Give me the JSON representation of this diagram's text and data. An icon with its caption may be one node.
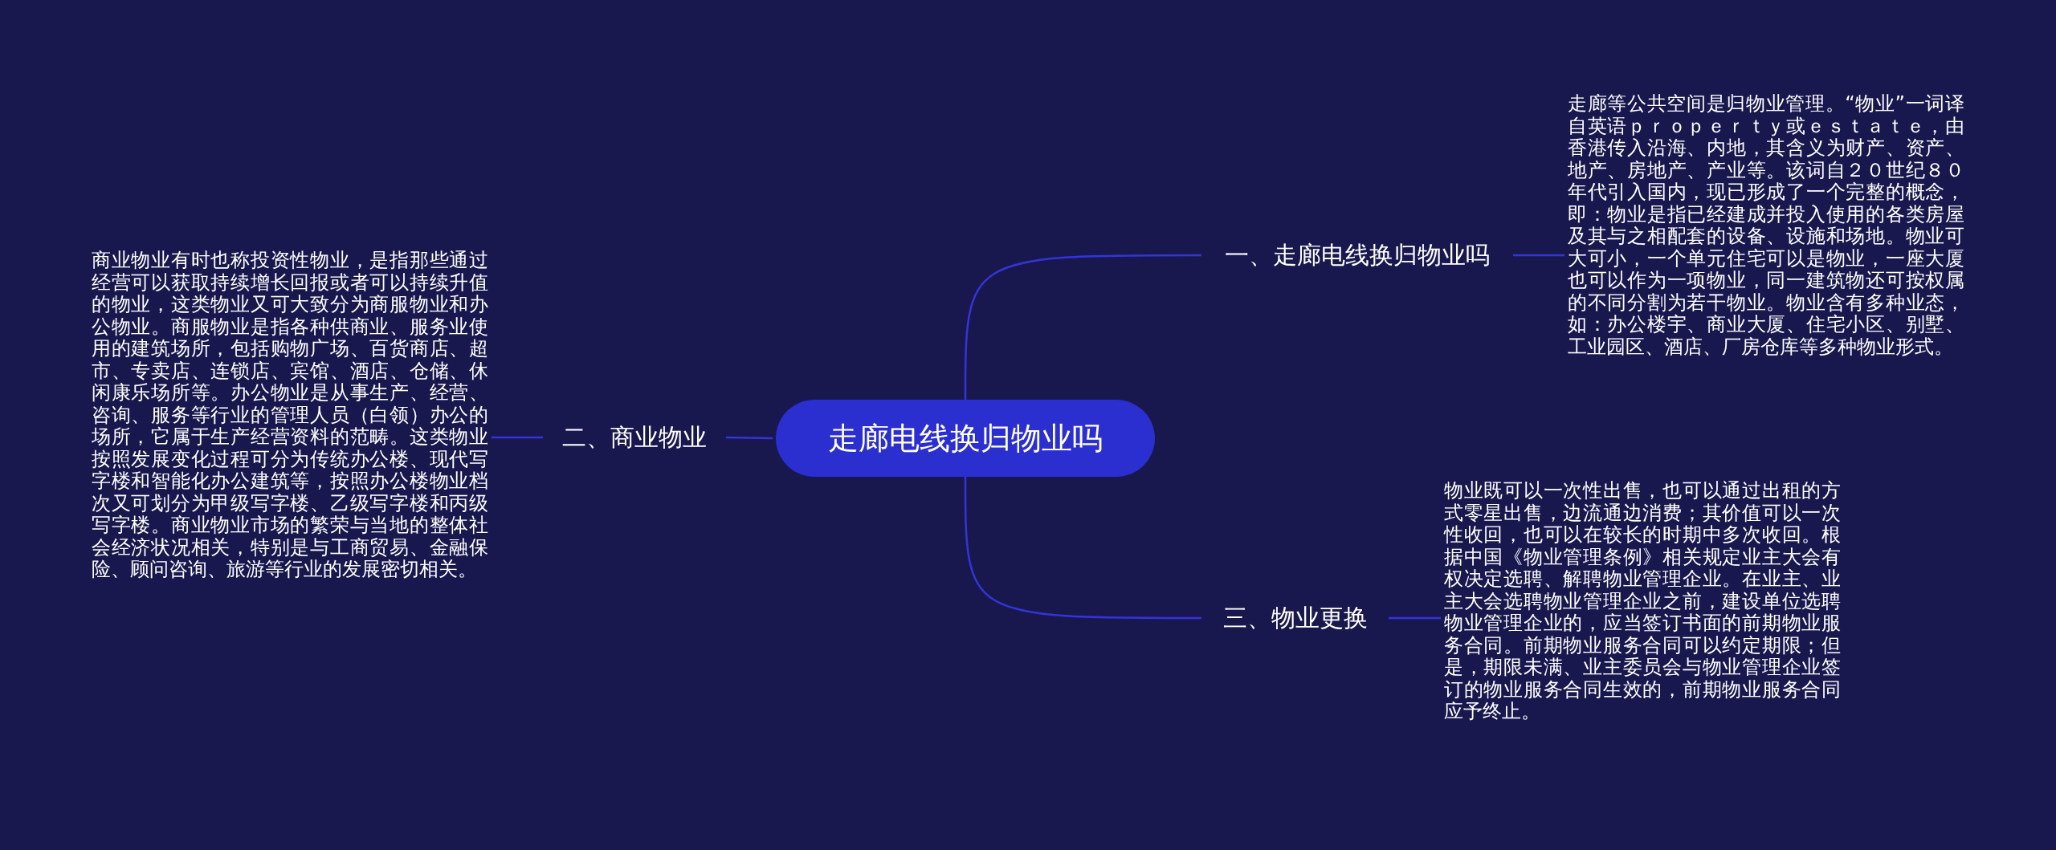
{
  "diagram": {
    "nodes": [
      {
        "text": [
          "走廊电线换归物业吗"
        ]
      },
      {
        "text": [
          "一、走廊电线换归物业吗"
        ]
      },
      {
        "text": [
          "走廊等公共空间是归物业管理。“物业”一词译自英语ｐｒｏｐｅｒｔｙ或ｅｓｔａｔｅ，由香港传入沿海、内地，其含义为财产、资产、地产、房地产、产业等。该词自２０世纪８０年代引入国内，现已形成了一个完整的概念，即：物业是指已经建成并投入使用的各类房屋及其与之相配套的设备、设施和场地。物业可大可小，一个单元住宅可以是物业，一座大厦也可以作为一项物业，同一建筑物还可按权属的不同分割为若干物业。物业含有多种业态，如：办公楼宇、商业大厦、住宅小区、别墅、工业园区、酒店、厂房仓库等多种物业形式。"
        ]
      },
      {
        "text": [
          "二、商业物业"
        ]
      },
      {
        "text": [
          "商业物业有时也称投资性物业，是指那些通过经营可以获取持续增长回报或者可以持续升值的物业，这类物业又可大致分为商服物业和办公物业。商服物业是指各种供商业、服务业使用的建筑场所，包括购物广场、百货商店、超市、专卖店、连锁店、宾馆、酒店、仓储、休闲康乐场所等。办公物业是从事生产、经营、咨询、服务等行业的管理人员（白领）办公的场所，它属于生产经营资料的范畴。这类物业按照发展变化过程可分为传统办公楼、现代写字楼和智能化办公建筑等，按照办公楼物业档次又可划分为甲级写字楼、乙级写字楼和丙级写字楼。商业物业市场的繁荣与当地的整体社会经济状况相关，特别是与工商贸易、金融保险、顾问咨询、旅游等行业的发展密切相关。"
        ]
      },
      {
        "text": [
          "三、物业更换"
        ]
      },
      {
        "text": [
          "物业既可以一次性出售，也可以通过出租的方式零星出售，边流通边消费；其价值可以一次性收回，也可以在较长的时期中多次收回。根据中国《物业管理条例》相关规定业主大会有权决定选聘、解聘物业管理企业。在业主、业主大会选聘物业管理企业之前，建设单位选聘物业管理企业的，应当签订书面的前期物业服务合同。前期物业服务合同可以约定期限；但是，期限未满、业主委员会与物业管理企业签订的物业服务合同生效的，前期物业服务合同应予终止。"
        ]
      }
    ],
    "edges": [
      {
        "from": 0,
        "to": 1,
        "arrow": "none"
      },
      {
        "from": 1,
        "to": 2,
        "arrow": "none"
      },
      {
        "from": 0,
        "to": 3,
        "arrow": "none"
      },
      {
        "from": 3,
        "to": 4,
        "arrow": "none"
      },
      {
        "from": 0,
        "to": 5,
        "arrow": "none"
      },
      {
        "from": 5,
        "to": 6,
        "arrow": "none"
      }
    ]
  }
}
